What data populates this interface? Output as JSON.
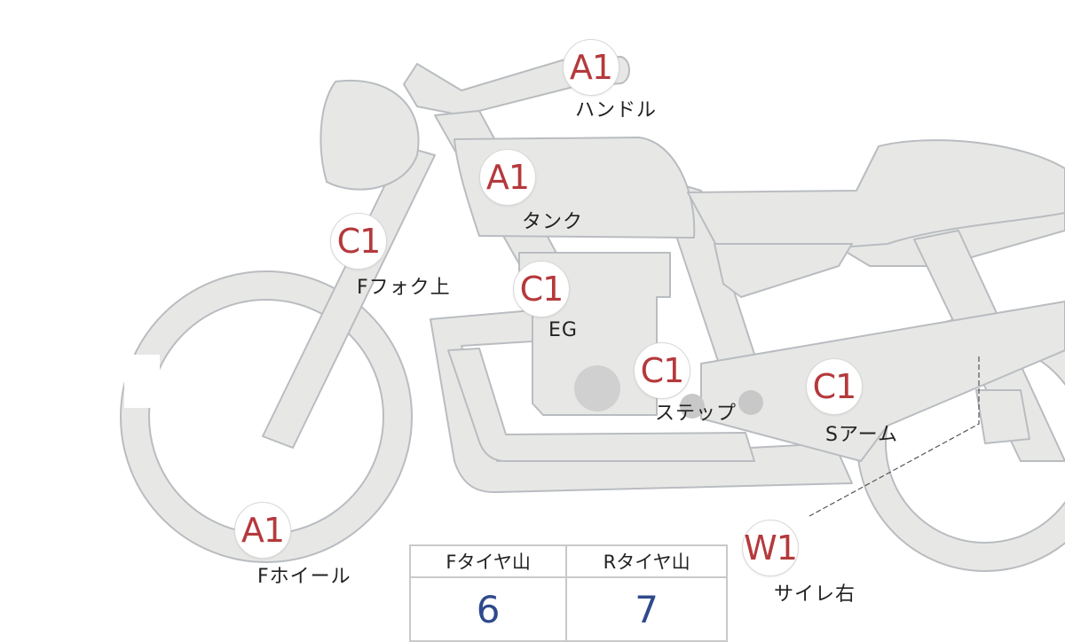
{
  "colors": {
    "part_fill": "#e7e8e6",
    "part_stroke": "#b9bcc0",
    "grade": "#b5393c",
    "value": "#2f4a8c",
    "dark_spot": "#c8c8c8"
  },
  "markers": [
    {
      "id": "handle",
      "grade": "A1",
      "label": "ハンドル"
    },
    {
      "id": "tank",
      "grade": "A1",
      "label": "タンク"
    },
    {
      "id": "ffork",
      "grade": "C1",
      "label": "Fフォク上"
    },
    {
      "id": "engine",
      "grade": "C1",
      "label": "EG"
    },
    {
      "id": "step",
      "grade": "C1",
      "label": "ステップ"
    },
    {
      "id": "swingarm",
      "grade": "C1",
      "label": "Sアーム"
    },
    {
      "id": "fwheel",
      "grade": "A1",
      "label": "Fホイール"
    },
    {
      "id": "silencer",
      "grade": "W1",
      "label": "サイレ右"
    }
  ],
  "tire_table": {
    "headers": [
      "Fタイヤ山",
      "Rタイヤ山"
    ],
    "values": [
      "6",
      "7"
    ]
  }
}
